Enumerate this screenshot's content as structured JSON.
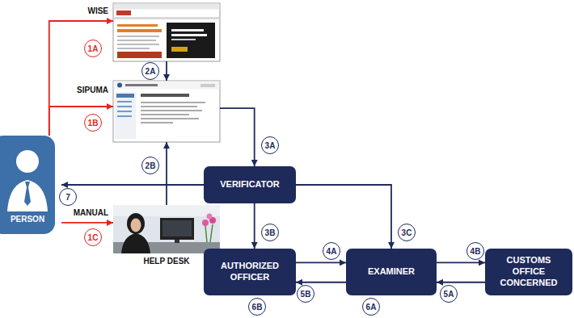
{
  "diagram": {
    "nodes": [
      {
        "text": [
          "PERSON"
        ]
      },
      {
        "text": [
          "WISE"
        ]
      },
      {
        "text": [
          "SIPUMA"
        ]
      },
      {
        "text": [
          "MANUAL",
          "HELP DESK"
        ]
      },
      {
        "text": [
          "VERIFICATOR"
        ]
      },
      {
        "text": [
          "AUTHORIZED OFFICER"
        ]
      },
      {
        "text": [
          "EXAMINER"
        ]
      },
      {
        "text": [
          "CUSTOMS OFFICE CONCERNED"
        ]
      }
    ],
    "edges": [
      {
        "from": 0,
        "to": 1,
        "label": "1A",
        "arrow": "to"
      },
      {
        "from": 0,
        "to": 2,
        "label": "1B",
        "arrow": "to"
      },
      {
        "from": 0,
        "to": 3,
        "label": "1C",
        "arrow": "to"
      },
      {
        "from": 1,
        "to": 2,
        "label": "2A",
        "arrow": "to"
      },
      {
        "from": 3,
        "to": 2,
        "label": "2B",
        "arrow": "to"
      },
      {
        "from": 2,
        "to": 4,
        "label": "3A",
        "arrow": "to"
      },
      {
        "from": 4,
        "to": 5,
        "label": "3B",
        "arrow": "to"
      },
      {
        "from": 4,
        "to": 6,
        "label": "3C",
        "arrow": "to"
      },
      {
        "from": 5,
        "to": 6,
        "label": "4A",
        "arrow": "to"
      },
      {
        "from": 6,
        "to": 7,
        "label": "4B",
        "arrow": "to"
      },
      {
        "from": 7,
        "to": 6,
        "label": "5A",
        "arrow": "to"
      },
      {
        "from": 6,
        "to": 5,
        "label": "5B",
        "arrow": "to"
      },
      {
        "from": 4,
        "to": 0,
        "label": "7",
        "arrow": "to"
      }
    ],
    "labels": [
      "6B",
      "6A"
    ]
  }
}
